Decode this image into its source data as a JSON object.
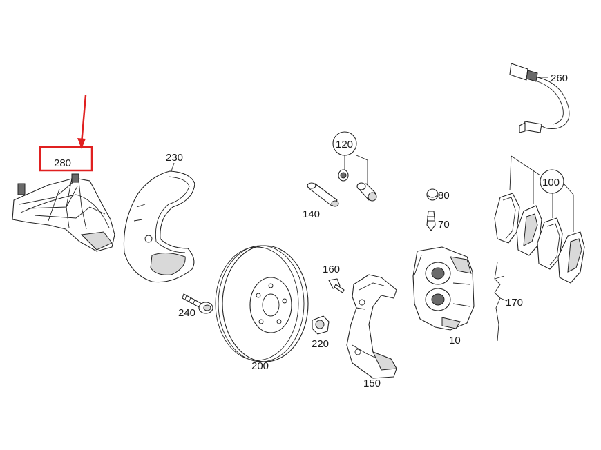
{
  "labels": {
    "p280": "280",
    "p230": "230",
    "p240": "240",
    "p200": "200",
    "p220": "220",
    "p160": "160",
    "p150": "150",
    "p140": "140",
    "p120": "120",
    "p80": "80",
    "p70": "70",
    "p10": "10",
    "p170": "170",
    "p100": "100",
    "p260": "260"
  },
  "highlight": {
    "part": "280",
    "color": "#e02020"
  }
}
